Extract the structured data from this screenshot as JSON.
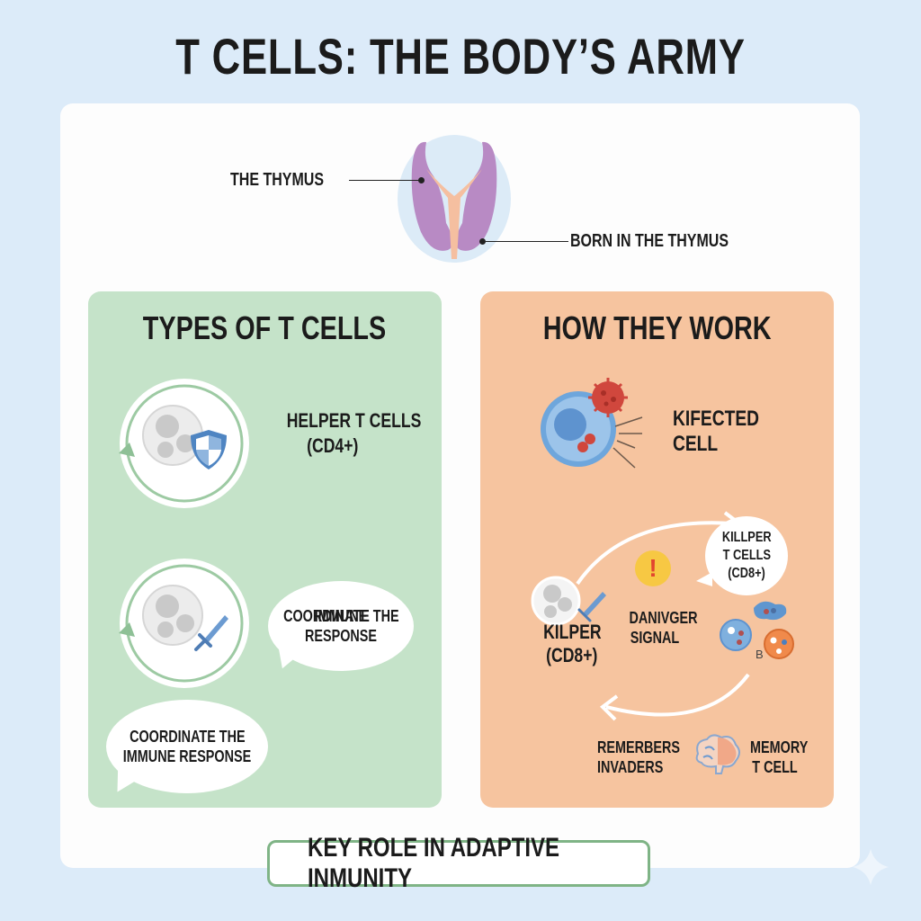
{
  "title": "T CELLS: THE BODY’S ARMY",
  "thymus": {
    "label_left": "THE THYMUS",
    "label_right": "BORN IN THE THYMUS",
    "icon": "thymus-organ-icon"
  },
  "panels": {
    "types": {
      "title": "TYPES OF T CELLS",
      "helper": {
        "label_line1": "HELPER T CELLS",
        "label_line2": "(CD4+)",
        "icon": "shield-icon"
      },
      "killer": {
        "icon": "sword-icon",
        "bubble_line1": "COORDINATE THE",
        "bubble_line2": "IMMUNE RESPONSE"
      },
      "bottom_bubble": {
        "line1": "COORDINATE THE",
        "line2": "IMMUNE RESPONSE"
      }
    },
    "work": {
      "title": "HOW THEY WORK",
      "infected": {
        "line1": "KIFECTED",
        "line2": "CELL",
        "icon": "virus-icon"
      },
      "killer_bubble": {
        "line1": "KILLPER",
        "line2": "T CELLS",
        "line3": "(CD8+)"
      },
      "danger": {
        "line1": "DANIVGER",
        "line2": "SIGNAL",
        "icon": "exclamation-icon",
        "glyph": "!"
      },
      "killer_cell": {
        "line1": "KILPER",
        "line2": "(CD8+)"
      },
      "cluster_label": "B",
      "memory": {
        "left_line1": "REMERBERS",
        "left_line2": "INVADERS",
        "right_line1": "MEMORY",
        "right_line2": "T CELL",
        "icon": "brain-icon"
      }
    }
  },
  "footer": {
    "text": "KEY ROLE IN ADAPTIVE INMUNITY"
  },
  "colors": {
    "background": "#dcebf9",
    "card": "#fdfdfd",
    "green_panel": "#c5e3c9",
    "orange_panel": "#f6c49f",
    "thymus_purple": "#b88ac4",
    "footer_border": "#7fb486",
    "alert_yellow": "#f7c843",
    "virus_red": "#d0473d",
    "cell_blue": "#7fb0de"
  }
}
